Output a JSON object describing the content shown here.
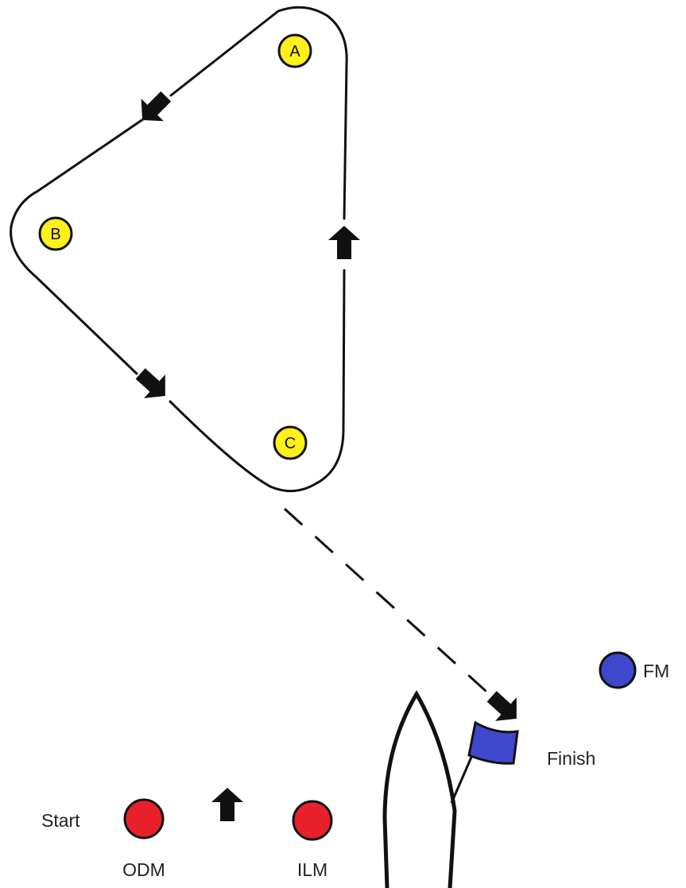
{
  "diagram": {
    "marks": {
      "a": {
        "label": "A",
        "color": "#ffef1a"
      },
      "b": {
        "label": "B",
        "color": "#ffef1a"
      },
      "c": {
        "label": "C",
        "color": "#ffef1a"
      }
    },
    "buoys": {
      "odm": {
        "label": "ODM",
        "color": "#e8202a"
      },
      "ilm": {
        "label": "ILM",
        "color": "#e8202a"
      },
      "fm": {
        "label": "FM",
        "color": "#3f48cc"
      }
    },
    "labels": {
      "start": "Start",
      "finish": "Finish"
    },
    "flag_color": "#3f48cc",
    "line_color": "#111111"
  }
}
